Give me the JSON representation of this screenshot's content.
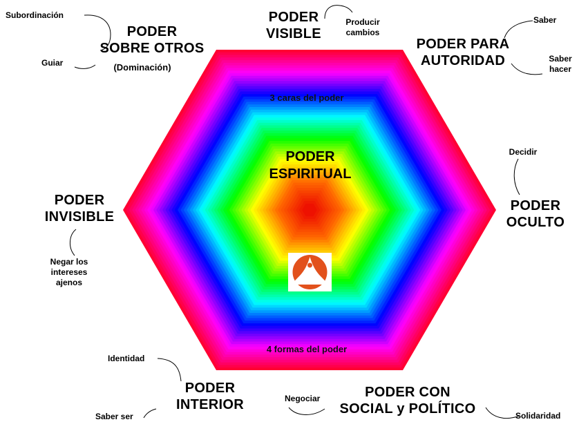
{
  "top": {
    "line1": "PODER",
    "line2": "VISIBLE"
  },
  "top_note": {
    "line1": "Producir",
    "line2": "cambios"
  },
  "top_left": {
    "line1": "PODER",
    "line2": "SOBRE OTROS",
    "sub": "(Dominación)"
  },
  "top_left_notes": {
    "a": "Subordinación",
    "b": "Guiar"
  },
  "top_right": {
    "line1": "PODER PARA",
    "line2": "AUTORIDAD"
  },
  "top_right_notes": {
    "a": "Saber",
    "b1": "Saber",
    "b2": "hacer"
  },
  "left": {
    "line1": "PODER",
    "line2": "INVISIBLE"
  },
  "left_note": {
    "line1": "Negar los",
    "line2": "intereses",
    "line3": "ajenos"
  },
  "right": {
    "line1": "PODER",
    "line2": "OCULTO"
  },
  "right_note": "Decidir",
  "bottom_left": {
    "line1": "PODER",
    "line2": "INTERIOR"
  },
  "bottom_left_notes": {
    "a": "Identidad",
    "b": "Saber ser"
  },
  "bottom_right": {
    "line1": "PODER CON",
    "line2": "SOCIAL y POLÍTICO"
  },
  "bottom_right_notes": {
    "a": "Negociar",
    "b": "Solidaridad"
  },
  "center": {
    "line1": "PODER",
    "line2": "ESPIRITUAL"
  },
  "inner_top_label": "3 caras del poder",
  "inner_bottom_label": "4 formas del poder",
  "hexagon_colors": [
    "#ff0033",
    "#ff00ff",
    "#0000ff",
    "#00ffff",
    "#00ff00",
    "#ffff00",
    "#ff6600",
    "#ee1100"
  ],
  "logo": "meditating-figure-logo"
}
